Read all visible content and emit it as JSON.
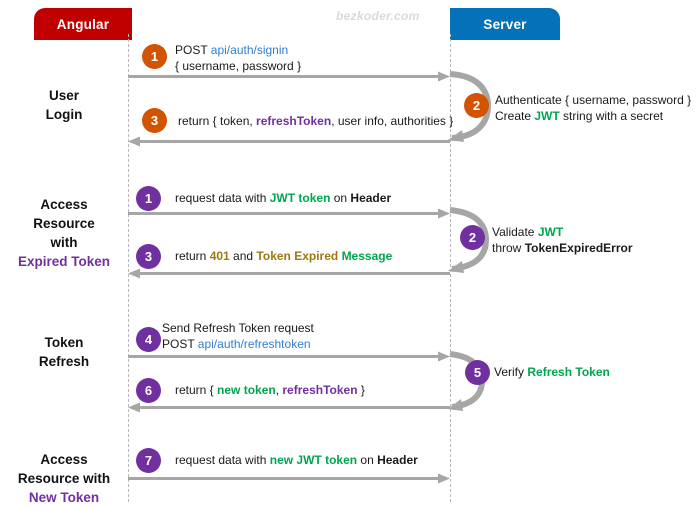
{
  "watermark": "bezkoder.com",
  "actors": {
    "client": {
      "label": "Angular",
      "color": "#c00000"
    },
    "server": {
      "label": "Server",
      "color": "#0571b9"
    }
  },
  "palette": {
    "green": "#00a550",
    "purple": "#7030a0",
    "blue": "#2f7fd1",
    "gold": "#9c7a10",
    "orange_bullet": "#d35400",
    "purple_bullet": "#7030a0",
    "arrow_gray": "#a6a6a6",
    "lifeline_gray": "#b9b9b9"
  },
  "stages": [
    {
      "id": "user-login",
      "line1": "User",
      "line2": "Login",
      "line3": "",
      "line4": ""
    },
    {
      "id": "access-expired-token",
      "line1": "Access",
      "line2": "Resource",
      "line3": "with",
      "line4": "Expired Token"
    },
    {
      "id": "token-refresh",
      "line1": "Token",
      "line2": "Refresh",
      "line3": "",
      "line4": ""
    },
    {
      "id": "access-new-token",
      "line1": "Access",
      "line2": "Resource with",
      "line3": "New Token",
      "line4": ""
    }
  ],
  "messages": {
    "m1": {
      "number": "1",
      "bullet_color": "orange",
      "direction": "request",
      "line1_a": "POST ",
      "line1_b": "api/auth/signin",
      "line2_a": "{ username, password }"
    },
    "m2": {
      "number": "2",
      "bullet_color": "orange",
      "direction": "self",
      "line1_a": "Authenticate { username, password }",
      "line2_a": "Create ",
      "line2_b": "JWT",
      "line2_c": " string with a secret"
    },
    "m3": {
      "number": "3",
      "bullet_color": "orange",
      "direction": "response",
      "line1_a": "return { token, ",
      "line1_b": "refreshToken",
      "line1_c": ", user info, authorities }"
    },
    "m4": {
      "number": "1",
      "bullet_color": "purple",
      "direction": "request",
      "line1_a": "request data with ",
      "line1_b": "JWT token",
      "line1_c": " on ",
      "line1_d": "Header"
    },
    "m5": {
      "number": "2",
      "bullet_color": "purple",
      "direction": "self",
      "line1_a": "Validate ",
      "line1_b": "JWT",
      "line2_a": "throw ",
      "line2_b": "TokenExpiredError"
    },
    "m6": {
      "number": "3",
      "bullet_color": "purple",
      "direction": "response",
      "line1_a": "return ",
      "line1_b": "401",
      "line1_c": " and ",
      "line1_d": "Token Expired ",
      "line1_e": "Message"
    },
    "m7": {
      "number": "4",
      "bullet_color": "purple",
      "direction": "request",
      "line1_a": "Send Refresh Token request",
      "line2_a": "POST ",
      "line2_b": "api/auth/refreshtoken"
    },
    "m8": {
      "number": "5",
      "bullet_color": "purple",
      "direction": "self",
      "line1_a": "Verify ",
      "line1_b": "Refresh Token"
    },
    "m9": {
      "number": "6",
      "bullet_color": "purple",
      "direction": "response",
      "line1_a": "return { ",
      "line1_b": "new token",
      "line1_c": ", ",
      "line1_d": "refreshToken",
      "line1_e": " }"
    },
    "m10": {
      "number": "7",
      "bullet_color": "purple",
      "direction": "request",
      "line1_a": "request data with ",
      "line1_b": "new JWT token",
      "line1_c": " on ",
      "line1_d": "Header"
    }
  }
}
